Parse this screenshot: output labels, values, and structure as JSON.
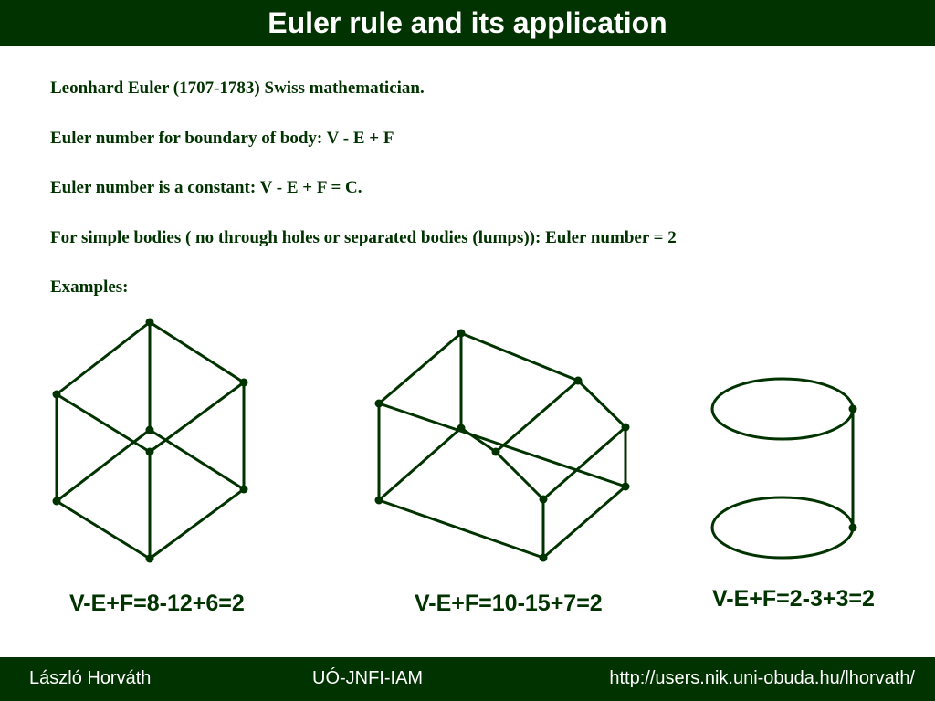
{
  "title": "Euler rule and its application",
  "lines": [
    "Leonhard Euler (1707-1783) Swiss mathematician.",
    "Euler number for boundary of body: V - E + F",
    "Euler number is a constant: V - E + F = C.",
    "For simple bodies ( no through holes or separated bodies (lumps)): Euler number = 2",
    "Examples:"
  ],
  "examples": [
    {
      "name": "cube",
      "formula": "V-E+F=8-12+6=2",
      "vertices": 8,
      "edges": 12,
      "faces": 6,
      "euler_number": 2
    },
    {
      "name": "house-prism",
      "formula": "V-E+F=10-15+7=2",
      "vertices": 10,
      "edges": 15,
      "faces": 7,
      "euler_number": 2
    },
    {
      "name": "cylinder",
      "formula": "V-E+F=2-3+3=2",
      "vertices": 2,
      "edges": 3,
      "faces": 3,
      "euler_number": 2
    }
  ],
  "footer": {
    "author": "László Horváth",
    "institute": "UÓ-JNFI-IAM",
    "url": "http://users.nik.uni-obuda.hu/lhorvath/"
  },
  "colors": {
    "bar": "#003300",
    "text": "#003300",
    "bar_text": "#ffffff"
  }
}
